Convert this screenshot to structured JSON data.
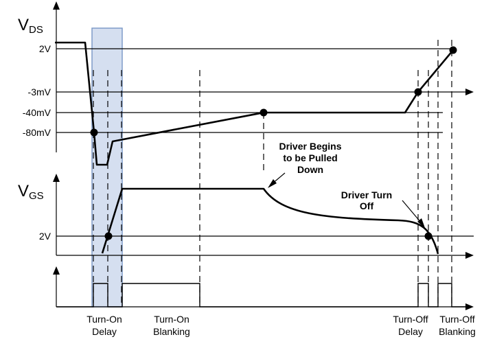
{
  "vds_axis": {
    "main": "V",
    "sub": "DS"
  },
  "vgs_axis": {
    "main": "V",
    "sub": "GS"
  },
  "vds_ticks": [
    "2V",
    "-3mV",
    "-40mV",
    "-80mV"
  ],
  "vgs_ticks": [
    "2V"
  ],
  "annotations": {
    "driver_pulled_down": [
      "Driver Begins",
      "to be Pulled",
      "Down"
    ],
    "driver_turn_off": [
      "Driver Turn",
      "Off"
    ]
  },
  "timing_labels": {
    "turn_on_delay": [
      "Turn-On",
      "Delay"
    ],
    "turn_on_blanking": [
      "Turn-On",
      "Blanking"
    ],
    "turn_off_delay": [
      "Turn-Off",
      "Delay"
    ],
    "turn_off_blanking": [
      "Turn-Off",
      "Blanking"
    ]
  },
  "colors": {
    "highlight_fill": "#d5dff0",
    "highlight_stroke": "#7f9bc8",
    "line": "#000000"
  }
}
